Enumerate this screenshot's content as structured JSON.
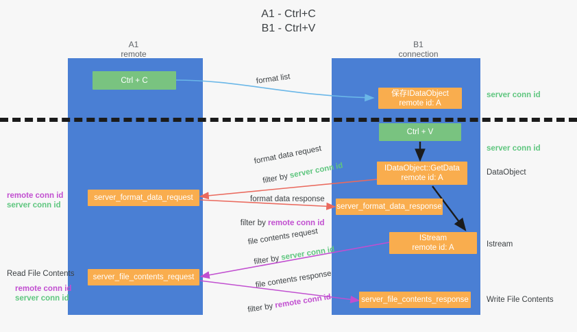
{
  "title": "A1 - Ctrl+C\nB1 - Ctrl+V",
  "lanes": [
    {
      "name": "A1",
      "subtitle": "remote"
    },
    {
      "name": "B1",
      "subtitle": "connection"
    }
  ],
  "nodes": {
    "ctrl_c": {
      "line1": "Ctrl + C",
      "line2": "",
      "color": "#79c380"
    },
    "save_idataobject": {
      "line1": "保存IDataObject",
      "line2": "remote id: A",
      "color": "#f9ad4e"
    },
    "ctrl_v": {
      "line1": "Ctrl + V",
      "line2": "",
      "color": "#79c380"
    },
    "getdata": {
      "line1": "IDataObject::GetData",
      "line2": "remote id: A",
      "color": "#f9ad4e"
    },
    "fmt_data_request": {
      "line1": "server_format_data_request",
      "line2": "",
      "color": "#f9ad4e"
    },
    "fmt_data_response": {
      "line1": "server_format_data_response",
      "line2": "",
      "color": "#f9ad4e"
    },
    "istream": {
      "line1": "IStream",
      "line2": "remote id: A",
      "color": "#f9ad4e"
    },
    "file_contents_request": {
      "line1": "server_file_contents_request",
      "line2": "",
      "color": "#f9ad4e"
    },
    "file_contents_response": {
      "line1": "server_file_contents_response",
      "line2": "",
      "color": "#f9ad4e"
    }
  },
  "edge_labels": {
    "format_list": "format list",
    "format_data_request": "format data request",
    "format_data_response": "format data response",
    "file_contents_request": "file contents request",
    "file_contents_response": "file contents response",
    "filter_by": "filter by ",
    "server_conn_id": "server conn id",
    "remote_conn_id": "remote conn id"
  },
  "side_labels": {
    "server_conn_id_top": "server conn id",
    "server_conn_id_mid": "server conn id",
    "dataobject": "DataObject",
    "istream": "Istream",
    "write_file_contents": "Write File Contents",
    "read_file_contents": "Read File Contents",
    "remote_conn_id": "remote conn id",
    "server_conn_id": "server conn id"
  },
  "colors": {
    "lane": "#4a7fd4",
    "orange": "#f9ad4e",
    "green_box": "#79c380",
    "green_text": "#5fc67f",
    "magenta_text": "#c14fd0",
    "arrow_blue": "#6ab7e8",
    "arrow_red": "#ea6a5e",
    "arrow_magenta": "#c14fd0",
    "arrow_dark": "#1b1b1b",
    "divider": "#1b1b1b",
    "background": "#f7f7f7"
  }
}
